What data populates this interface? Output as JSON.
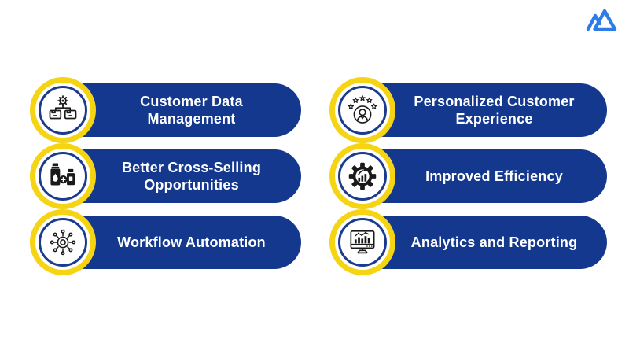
{
  "brand": {
    "logo_icon": "mountain-logo-icon",
    "logo_color": "#2E7CE8"
  },
  "colors": {
    "pill_blue": "#14388E",
    "ring_yellow": "#F5D414",
    "ring_navy": "#1B3C8E",
    "icon_black": "#1A1A1A",
    "text": "#FFFFFF",
    "background": "#FFFFFF"
  },
  "items": [
    {
      "id": "customer-data-management",
      "label": "Customer Data Management",
      "icon": "gear-folders-icon",
      "column": "left",
      "row": 1
    },
    {
      "id": "better-cross-selling-opportunities",
      "label": "Better Cross-Selling Opportunities",
      "icon": "products-plus-icon",
      "column": "left",
      "row": 2
    },
    {
      "id": "workflow-automation",
      "label": "Workflow Automation",
      "icon": "gear-network-icon",
      "column": "left",
      "row": 3
    },
    {
      "id": "personalized-customer-experience",
      "label": "Personalized Customer Experience",
      "icon": "person-stars-icon",
      "column": "right",
      "row": 1
    },
    {
      "id": "improved-efficiency",
      "label": "Improved Efficiency",
      "icon": "gear-chart-icon",
      "column": "right",
      "row": 2
    },
    {
      "id": "analytics-and-reporting",
      "label": "Analytics and Reporting",
      "icon": "monitor-chart-icon",
      "column": "right",
      "row": 3
    }
  ]
}
